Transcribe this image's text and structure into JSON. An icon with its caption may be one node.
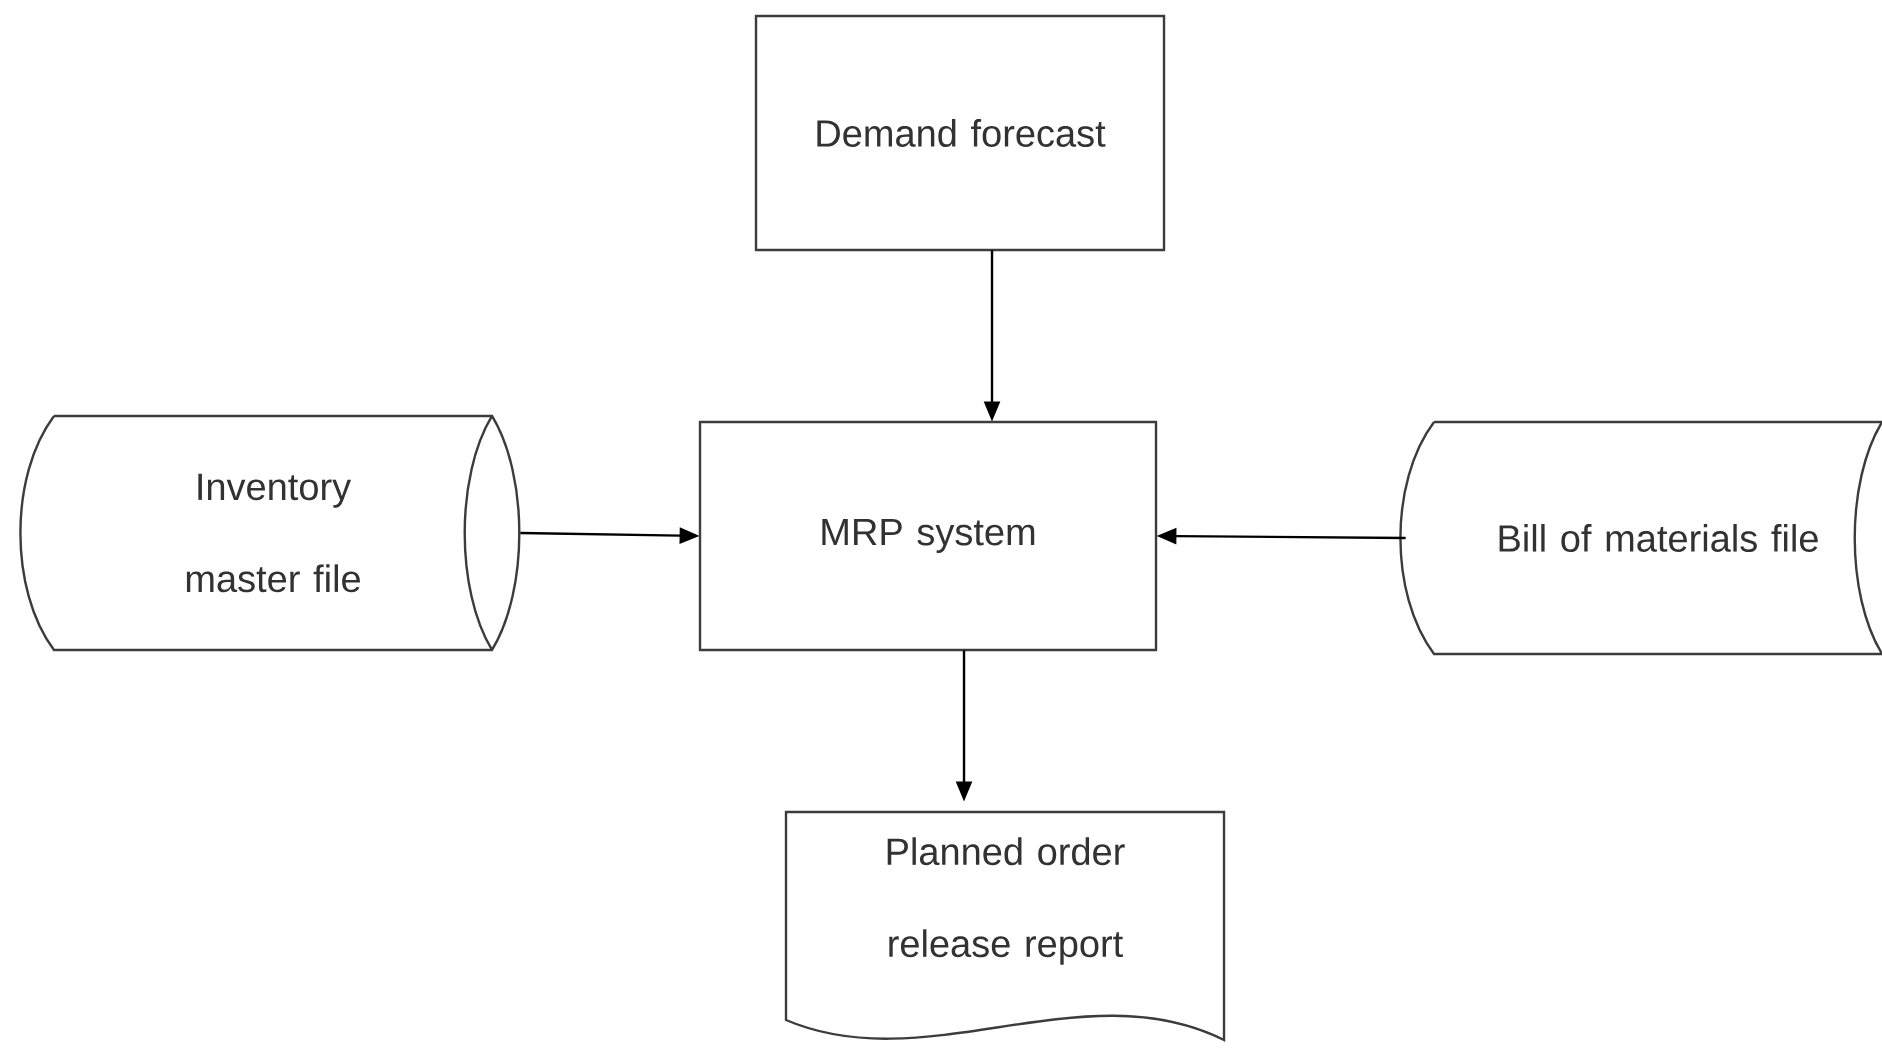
{
  "diagram": {
    "nodes": [
      {
        "text": [
          "Demand forecast"
        ]
      },
      {
        "text": [
          "MRP system"
        ]
      },
      {
        "text": [
          "Inventory master file"
        ]
      },
      {
        "text": [
          "Bill of materials file"
        ]
      },
      {
        "text": [
          "Planned order release report"
        ]
      }
    ],
    "edges": [
      {
        "from": 0,
        "to": 1,
        "arrow": "to"
      },
      {
        "from": 2,
        "to": 1,
        "arrow": "to"
      },
      {
        "from": 3,
        "to": 1,
        "arrow": "to"
      },
      {
        "from": 1,
        "to": 4,
        "arrow": "to"
      }
    ]
  }
}
